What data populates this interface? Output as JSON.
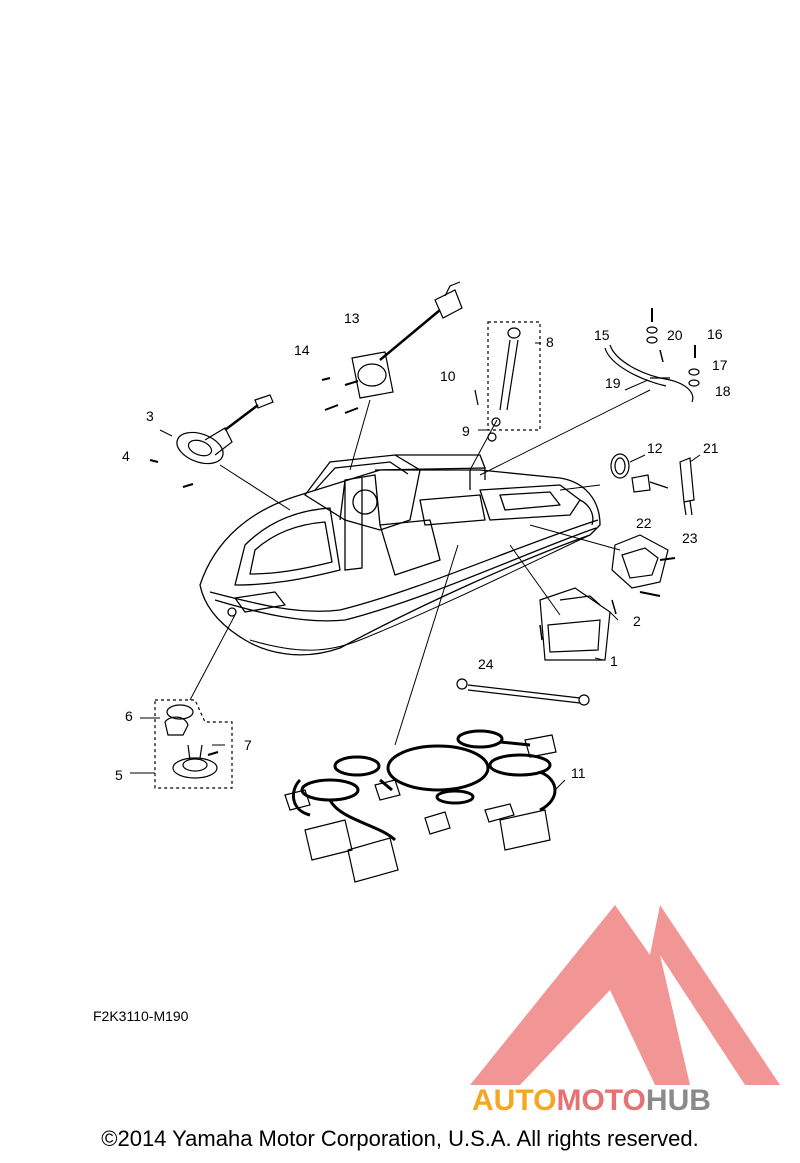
{
  "diagram": {
    "reference_code": "F2K3110-M190",
    "copyright": "©2014 Yamaha Motor Corporation, U.S.A. All rights reserved.",
    "callouts": [
      {
        "id": "c1",
        "label": "1"
      },
      {
        "id": "c2",
        "label": "2"
      },
      {
        "id": "c3",
        "label": "3"
      },
      {
        "id": "c4",
        "label": "4"
      },
      {
        "id": "c5",
        "label": "5"
      },
      {
        "id": "c6",
        "label": "6"
      },
      {
        "id": "c7",
        "label": "7"
      },
      {
        "id": "c8",
        "label": "8"
      },
      {
        "id": "c9",
        "label": "9"
      },
      {
        "id": "c10",
        "label": "10"
      },
      {
        "id": "c11",
        "label": "11"
      },
      {
        "id": "c12",
        "label": "12"
      },
      {
        "id": "c13",
        "label": "13"
      },
      {
        "id": "c14",
        "label": "14"
      },
      {
        "id": "c15",
        "label": "15"
      },
      {
        "id": "c16",
        "label": "16"
      },
      {
        "id": "c17",
        "label": "17"
      },
      {
        "id": "c18",
        "label": "18"
      },
      {
        "id": "c19",
        "label": "19"
      },
      {
        "id": "c20",
        "label": "20"
      },
      {
        "id": "c21",
        "label": "21"
      },
      {
        "id": "c22",
        "label": "22"
      },
      {
        "id": "c23",
        "label": "23"
      },
      {
        "id": "c24",
        "label": "24"
      }
    ]
  },
  "watermark": {
    "part1": "AUTO",
    "part2": "MOTO",
    "part3": "HUB",
    "colors": {
      "auto": "#f5a623",
      "moto": "#e57373",
      "hub": "#8a8a8a",
      "logo": "#ef8a8a"
    }
  }
}
